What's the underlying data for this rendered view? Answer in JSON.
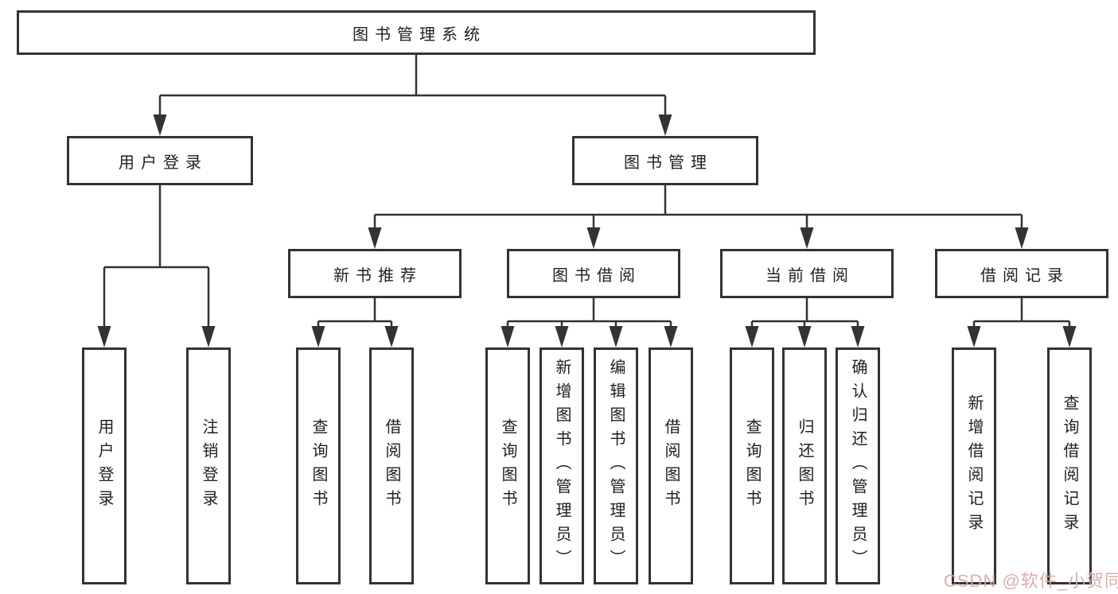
{
  "diagram": {
    "root": "图书管理系统",
    "user_login": {
      "label": "用户登录",
      "children": [
        "用户登录",
        "注销登录"
      ]
    },
    "book_mgmt": {
      "label": "图书管理",
      "sections": [
        {
          "label": "新书推荐",
          "children": [
            "查询图书",
            "借阅图书"
          ]
        },
        {
          "label": "图书借阅",
          "children": [
            "查询图书",
            "新增图书（管理员）",
            "编辑图书（管理员）",
            "借阅图书"
          ]
        },
        {
          "label": "当前借阅",
          "children": [
            "查询图书",
            "归还图书",
            "确认归还（管理员）"
          ]
        },
        {
          "label": "借阅记录",
          "children": [
            "新增借阅记录",
            "查询借阅记录"
          ]
        }
      ]
    },
    "line_color": "#333333"
  },
  "watermark": {
    "text": "CSDN @软件_小贺同学",
    "color": "#d9a8a4"
  }
}
